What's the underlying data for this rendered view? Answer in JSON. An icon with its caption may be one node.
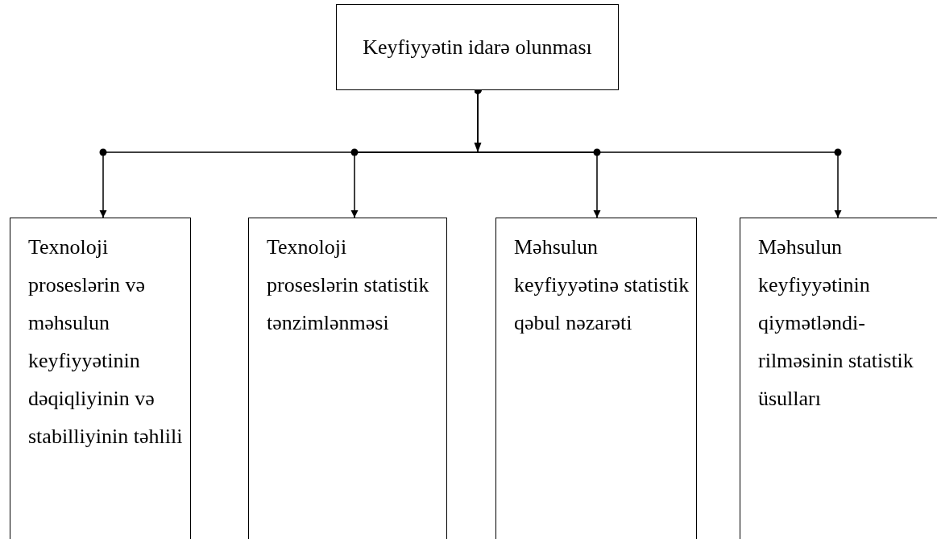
{
  "diagram": {
    "nodes": [
      {
        "text": [
          "Keyfiyyətin idarə olunması"
        ]
      },
      {
        "text": [
          "Texnoloji proseslərin  və məhsulun keyfiyyətinin dəqiqliyinin və stabilliyinin təhlili"
        ]
      },
      {
        "text": [
          "Texnoloji proseslərin statistik tənzimlənməsi"
        ]
      },
      {
        "text": [
          "Məhsulun keyfiyyətinə statistik qəbul nəzarəti"
        ]
      },
      {
        "text": [
          "Məhsulun keyfiyyətinin qiymətləndi- rilməsinin statistik üsulları"
        ]
      }
    ],
    "edges": [
      {
        "from": 0,
        "to": 1,
        "arrow": "to"
      },
      {
        "from": 0,
        "to": 2,
        "arrow": "to"
      },
      {
        "from": 0,
        "to": 3,
        "arrow": "to"
      },
      {
        "from": 0,
        "to": 4,
        "arrow": "to"
      }
    ]
  }
}
